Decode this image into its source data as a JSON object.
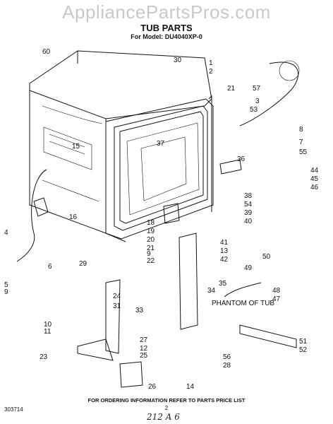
{
  "watermark": "AppliancePartsPros.com",
  "title": "TUB PARTS",
  "model_line": "For Model: DU4040XP-0",
  "footer_note": "FOR ORDERING INFORMATION REFER TO PARTS PRICE LIST",
  "doc_number": "303714",
  "page_number": "2",
  "handwritten_note": "212 A 6",
  "phantom_label": "PHANTOM OF TUB",
  "callouts": [
    {
      "id": "c60",
      "label": "60"
    },
    {
      "id": "c30",
      "label": "30"
    },
    {
      "id": "c1",
      "label": "1"
    },
    {
      "id": "c2",
      "label": "2"
    },
    {
      "id": "c21a",
      "label": "21"
    },
    {
      "id": "c57",
      "label": "57"
    },
    {
      "id": "c3",
      "label": "3"
    },
    {
      "id": "c53",
      "label": "53"
    },
    {
      "id": "c8",
      "label": "8"
    },
    {
      "id": "c7",
      "label": "7"
    },
    {
      "id": "c55",
      "label": "55"
    },
    {
      "id": "c37",
      "label": "37"
    },
    {
      "id": "c15",
      "label": "15"
    },
    {
      "id": "c44",
      "label": "44"
    },
    {
      "id": "c45",
      "label": "45"
    },
    {
      "id": "c46",
      "label": "46"
    },
    {
      "id": "c38",
      "label": "38"
    },
    {
      "id": "c54",
      "label": "54"
    },
    {
      "id": "c39",
      "label": "39"
    },
    {
      "id": "c40",
      "label": "40"
    },
    {
      "id": "c36",
      "label": "36"
    },
    {
      "id": "c16",
      "label": "16"
    },
    {
      "id": "c4",
      "label": "4"
    },
    {
      "id": "c18",
      "label": "18"
    },
    {
      "id": "c19",
      "label": "19"
    },
    {
      "id": "c20",
      "label": "20"
    },
    {
      "id": "c21b",
      "label": "21"
    },
    {
      "id": "c9",
      "label": "9"
    },
    {
      "id": "c22",
      "label": "22"
    },
    {
      "id": "c41",
      "label": "41"
    },
    {
      "id": "c13",
      "label": "13"
    },
    {
      "id": "c42",
      "label": "42"
    },
    {
      "id": "c6",
      "label": "6"
    },
    {
      "id": "c50",
      "label": "50"
    },
    {
      "id": "c49",
      "label": "49"
    },
    {
      "id": "c29",
      "label": "29"
    },
    {
      "id": "c5",
      "label": "5"
    },
    {
      "id": "c9b",
      "label": "9"
    },
    {
      "id": "c35",
      "label": "35"
    },
    {
      "id": "c34",
      "label": "34"
    },
    {
      "id": "c48",
      "label": "48"
    },
    {
      "id": "c47",
      "label": "47"
    },
    {
      "id": "c24",
      "label": "24"
    },
    {
      "id": "c31",
      "label": "31"
    },
    {
      "id": "c33",
      "label": "33"
    },
    {
      "id": "c10",
      "label": "10"
    },
    {
      "id": "c11",
      "label": "11"
    },
    {
      "id": "c27",
      "label": "27"
    },
    {
      "id": "c12",
      "label": "12"
    },
    {
      "id": "c23",
      "label": "23"
    },
    {
      "id": "c25",
      "label": "25"
    },
    {
      "id": "c56",
      "label": "56"
    },
    {
      "id": "c28",
      "label": "28"
    },
    {
      "id": "c51",
      "label": "51"
    },
    {
      "id": "c52",
      "label": "52"
    },
    {
      "id": "c26",
      "label": "26"
    },
    {
      "id": "c14",
      "label": "14"
    }
  ]
}
